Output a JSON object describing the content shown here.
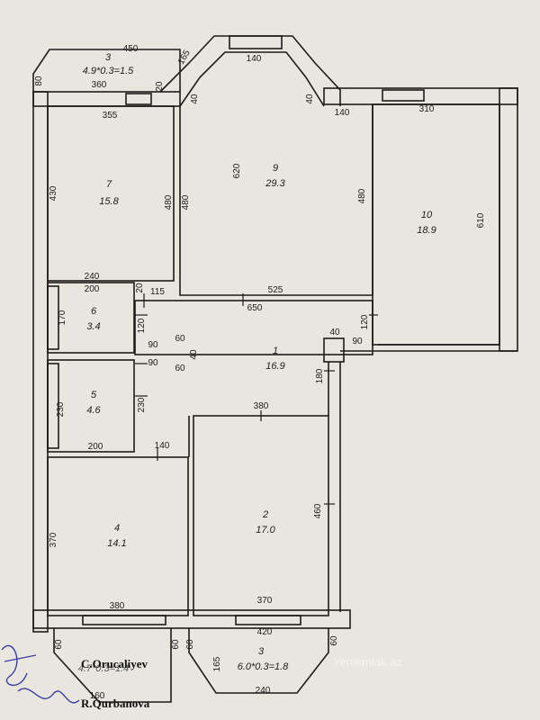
{
  "rooms": [
    {
      "number": "1",
      "area": "16.9"
    },
    {
      "number": "2",
      "area": "17.0"
    },
    {
      "number": "4",
      "area": "14.1"
    },
    {
      "number": "5",
      "area": "4.6"
    },
    {
      "number": "6",
      "area": "3.4"
    },
    {
      "number": "7",
      "area": "15.8"
    },
    {
      "number": "9",
      "area": "29.3"
    },
    {
      "number": "10",
      "area": "18.9"
    }
  ],
  "balconies": {
    "top": {
      "number": "3",
      "formula": "4.9*0.3=1.5"
    },
    "bottom_right": {
      "number": "3",
      "formula": "6.0*0.3=1.8"
    },
    "bottom_left": {
      "formula": "4.7*0.3=1.4"
    }
  },
  "dimensions": {
    "d450": "450",
    "d360": "360",
    "d355": "355",
    "d80": "80",
    "d20": "20",
    "d165t": "165",
    "d140a": "140",
    "d40a": "40",
    "d40b": "40",
    "d140b": "140",
    "d310": "310",
    "d430": "430",
    "d480a": "480",
    "d620": "620",
    "d480b": "480",
    "d480c": "480",
    "d610": "610",
    "d240": "240",
    "d200a": "200",
    "d20b": "20",
    "d115": "115",
    "d525": "525",
    "d650": "650",
    "d170": "170",
    "d120a": "120",
    "d120b": "120",
    "d40c": "40",
    "d90a": "90",
    "d90b": "90",
    "d60a": "60",
    "d40d": "40",
    "d90c": "90",
    "d60b": "60",
    "d180": "180",
    "d230a": "230",
    "d230b": "230",
    "d380a": "380",
    "d200b": "200",
    "d140c": "140",
    "d370a": "370",
    "d460": "460",
    "d380b": "380",
    "d370b": "370",
    "d420": "420",
    "d60c": "60",
    "d60d": "60",
    "d60e": "60",
    "d60f": "60",
    "d165b": "165",
    "d240b": "240",
    "d160": "160"
  },
  "signatures": [
    "C.Orucaliyev",
    "R.Qurbanova"
  ],
  "watermark": "Yeniemlak.az",
  "colors": {
    "paper": "#e9e6df",
    "ink": "#1c1c1c",
    "pen": "#3b3f9e"
  }
}
